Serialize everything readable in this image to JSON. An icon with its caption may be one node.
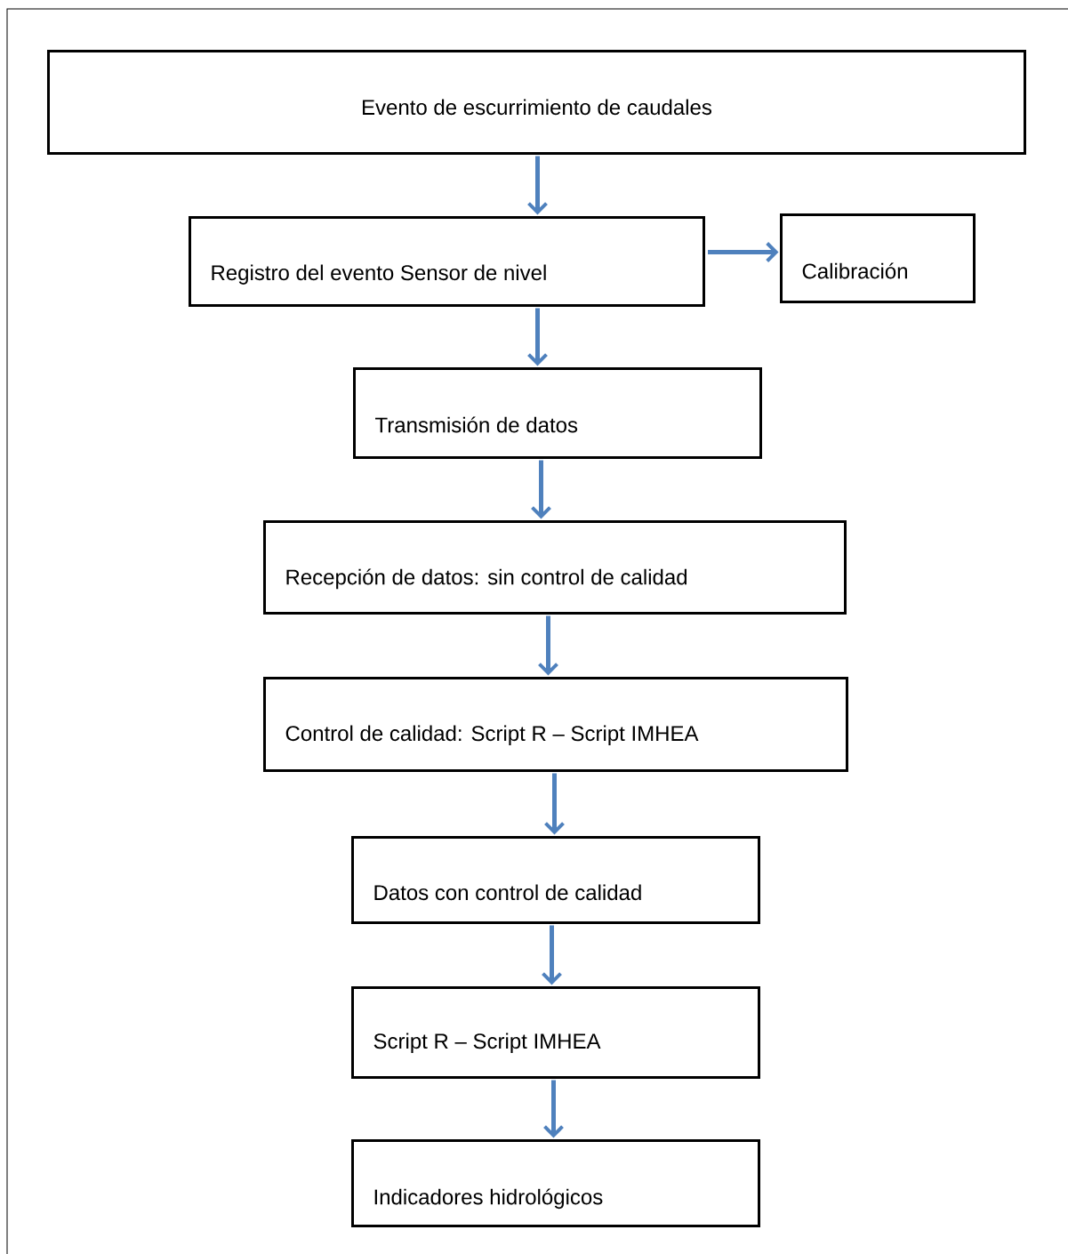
{
  "diagram": {
    "nodes": [
      {
        "text": [
          "Evento de escurrimiento de caudales"
        ]
      },
      {
        "text": [
          "Registro del evento Sensor de nivel"
        ]
      },
      {
        "text": [
          "Calibración"
        ]
      },
      {
        "text": [
          "Transmisión de datos"
        ]
      },
      {
        "text": [
          "Recepción de datos: sin control de calidad"
        ]
      },
      {
        "text": [
          "Control de calidad: Script R – Script IMHEA"
        ]
      },
      {
        "text": [
          "Datos con control de calidad"
        ]
      },
      {
        "text": [
          "Script R – Script IMHEA"
        ]
      },
      {
        "text": [
          "Indicadores hidrológicos"
        ]
      }
    ],
    "edges": [
      {
        "from": 0,
        "to": 1,
        "arrow": "to"
      },
      {
        "from": 1,
        "to": 2,
        "arrow": "to"
      },
      {
        "from": 1,
        "to": 3,
        "arrow": "to"
      },
      {
        "from": 3,
        "to": 4,
        "arrow": "to"
      },
      {
        "from": 4,
        "to": 5,
        "arrow": "to"
      },
      {
        "from": 5,
        "to": 6,
        "arrow": "to"
      },
      {
        "from": 6,
        "to": 7,
        "arrow": "to"
      },
      {
        "from": 7,
        "to": 8,
        "arrow": "to"
      }
    ]
  }
}
